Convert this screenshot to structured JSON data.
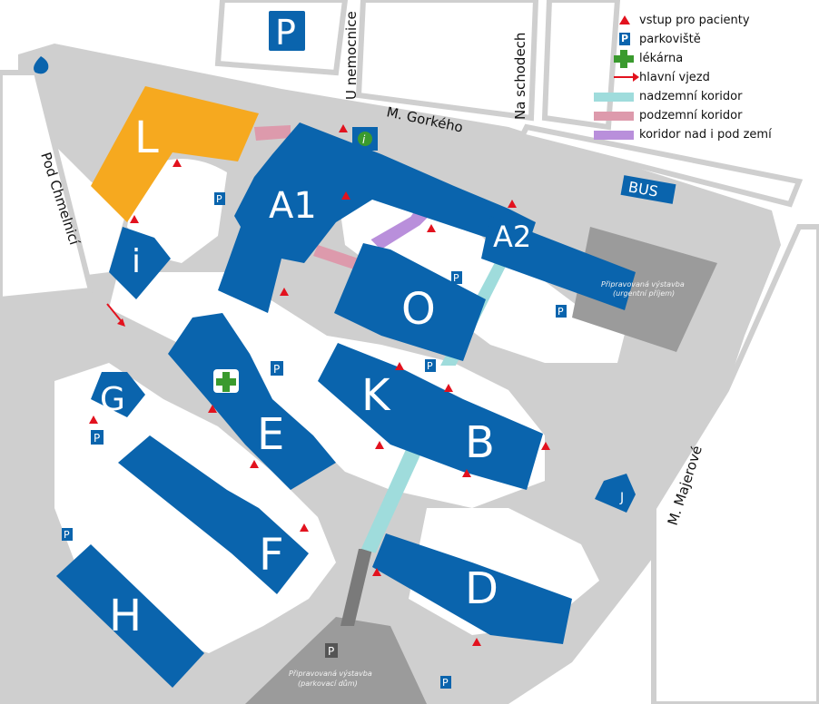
{
  "colors": {
    "building": "#0a64ad",
    "building_l": "#f6a91f",
    "road_grey": "#cfcfcf",
    "dark_grey": "#9b9b9b",
    "entrance": "#e2121e",
    "corridor_above": "#9fdcdc",
    "corridor_under": "#dd9aac",
    "corridor_both": "#b98fdb",
    "pharmacy": "#3a9a2e"
  },
  "buildings": {
    "L": "L",
    "A1": "A1",
    "A2": "A2",
    "I": "i",
    "O": "O",
    "K": "K",
    "B": "B",
    "E": "E",
    "G": "G",
    "F": "F",
    "D": "D",
    "H": "H",
    "J": "J"
  },
  "streets": {
    "gorkeho": "M. Gorkého",
    "u_nemocnice": "U nemocnice",
    "na_schodech": "Na schodech",
    "pod_chmelnici": "Pod Chmelnicí",
    "majerove": "M. Majerové"
  },
  "labels": {
    "bus": "BUS",
    "parking": "P",
    "info": "i",
    "planned_urgent_line1": "Připravovaná výstavba",
    "planned_urgent_line2": "(urgentní příjem)",
    "planned_garage_line1": "Připravovaná výstavba",
    "planned_garage_line2": "(parkovací dům)"
  },
  "legend": {
    "entrance": "vstup pro pacienty",
    "parking": "parkoviště",
    "pharmacy": "lékárna",
    "main_entry": "hlavní vjezd",
    "corridor_above": "nadzemní koridor",
    "corridor_under": "podzemní koridor",
    "corridor_both": "koridor nad i pod zemí"
  }
}
